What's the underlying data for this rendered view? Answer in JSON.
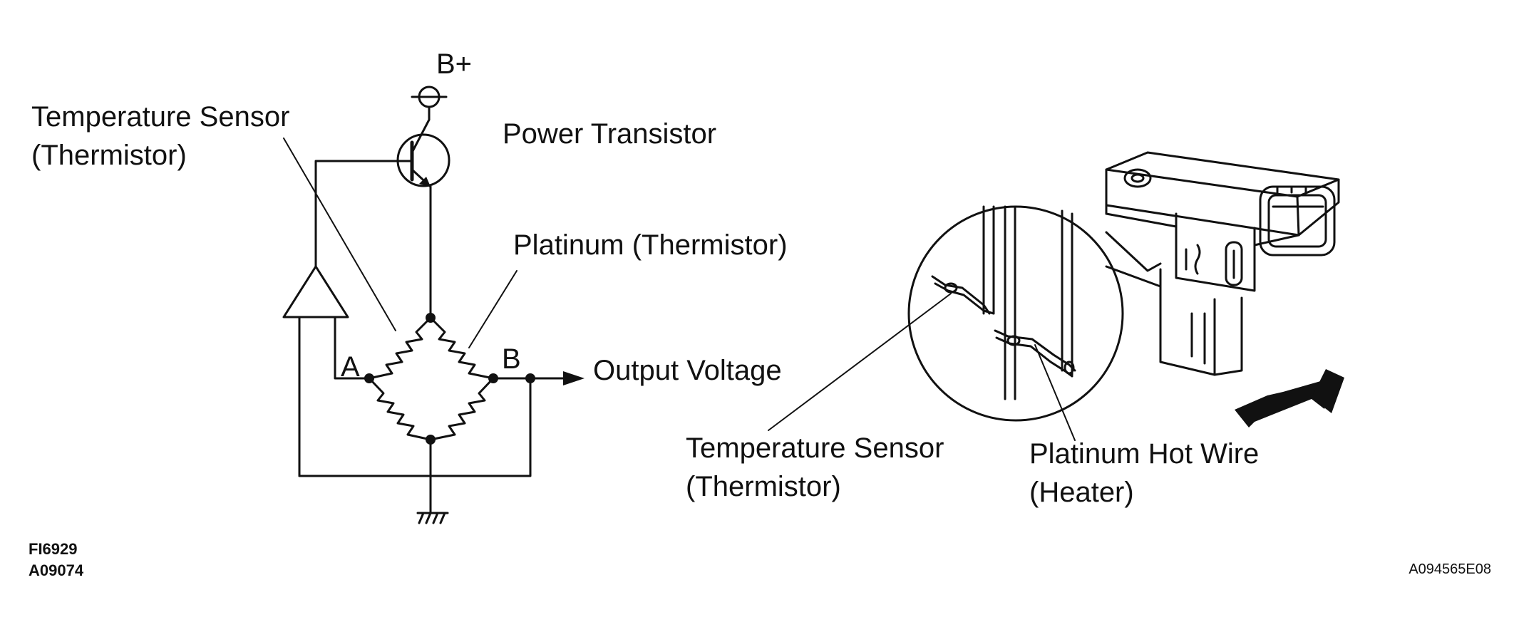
{
  "circuit": {
    "supply_label": "B+",
    "temp_sensor_label_line1": "Temperature Sensor",
    "temp_sensor_label_line2": "(Thermistor)",
    "transistor_label": "Power Transistor",
    "platinum_label": "Platinum (Thermistor)",
    "node_a_label": "A",
    "node_b_label": "B",
    "output_label": "Output Voltage"
  },
  "sensor": {
    "temp_sensor_label_line1": "Temperature Sensor",
    "temp_sensor_label_line2": "(Thermistor)",
    "hot_wire_label_line1": "Platinum Hot Wire",
    "hot_wire_label_line2": "(Heater)"
  },
  "codes": {
    "left_line1": "FI6929",
    "left_line2": "A09074",
    "right": "A094565E08"
  },
  "colors": {
    "ink": "#111111",
    "background": "#ffffff"
  }
}
